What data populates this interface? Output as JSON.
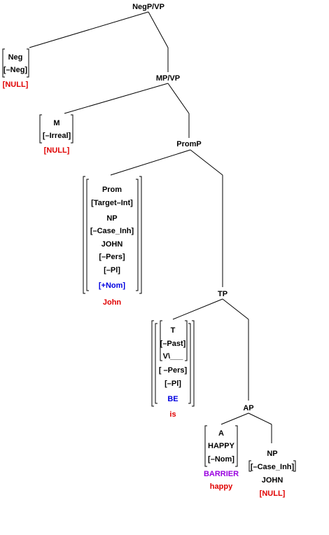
{
  "nodes": {
    "negp": "NegP/VP",
    "mp": "MP/VP",
    "promp": "PromP",
    "tp": "TP",
    "ap": "AP"
  },
  "neg": {
    "cat": "Neg",
    "feat": "[–Neg]",
    "realization": "[NULL]"
  },
  "m": {
    "cat": "M",
    "feat": "[–Irreal]",
    "realization": "[NULL]"
  },
  "prom": {
    "cat": "Prom",
    "target": "[Target–Int]",
    "np": "NP",
    "case": "[–Case_Inh]",
    "lex": "JOHN",
    "pers": "[–Pers]",
    "pl": "[–Pl]",
    "nom": "[+Nom]",
    "word": "John"
  },
  "t": {
    "cat": "T",
    "past": "[–Past]",
    "v": "V\\___",
    "pers": "[ –Pers]",
    "pl": "[–Pl]",
    "be": "BE",
    "word": "is"
  },
  "a": {
    "cat": "A",
    "lex": "HAPPY",
    "nom": "[–Nom]",
    "barrier": "BARRIER",
    "word": "happy"
  },
  "np": {
    "cat": "NP",
    "case": "[–Case_Inh]",
    "lex": "JOHN",
    "realization": "[NULL]"
  },
  "colors": {
    "red": "#e00000",
    "blue": "#0000e0",
    "purple": "#9a00e0"
  }
}
